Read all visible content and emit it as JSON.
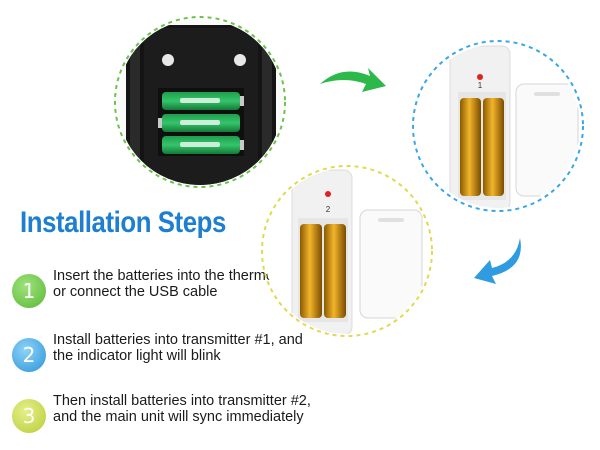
{
  "heading": "Installation Steps",
  "steps": [
    {
      "number": "1",
      "text": "Insert the batteries into the thermometer or connect the USB cable",
      "color": "#6cc24a"
    },
    {
      "number": "2",
      "text": "Install batteries into transmitter #1, and the indicator light will blink",
      "color": "#3aa6e6"
    },
    {
      "number": "3",
      "text": "Then install batteries into transmitter #2, and the main unit will sync immediately",
      "color": "#c6d84a"
    }
  ],
  "transmitter_labels": {
    "t1": "1",
    "t2": "2"
  },
  "colors": {
    "heading": "#1e7fd0",
    "green_circle": "#6cc24a",
    "blue_circle": "#3aa6e6",
    "yellow_circle": "#e3d850",
    "arrow_green": "#2db84a",
    "arrow_blue": "#2f9be0"
  }
}
